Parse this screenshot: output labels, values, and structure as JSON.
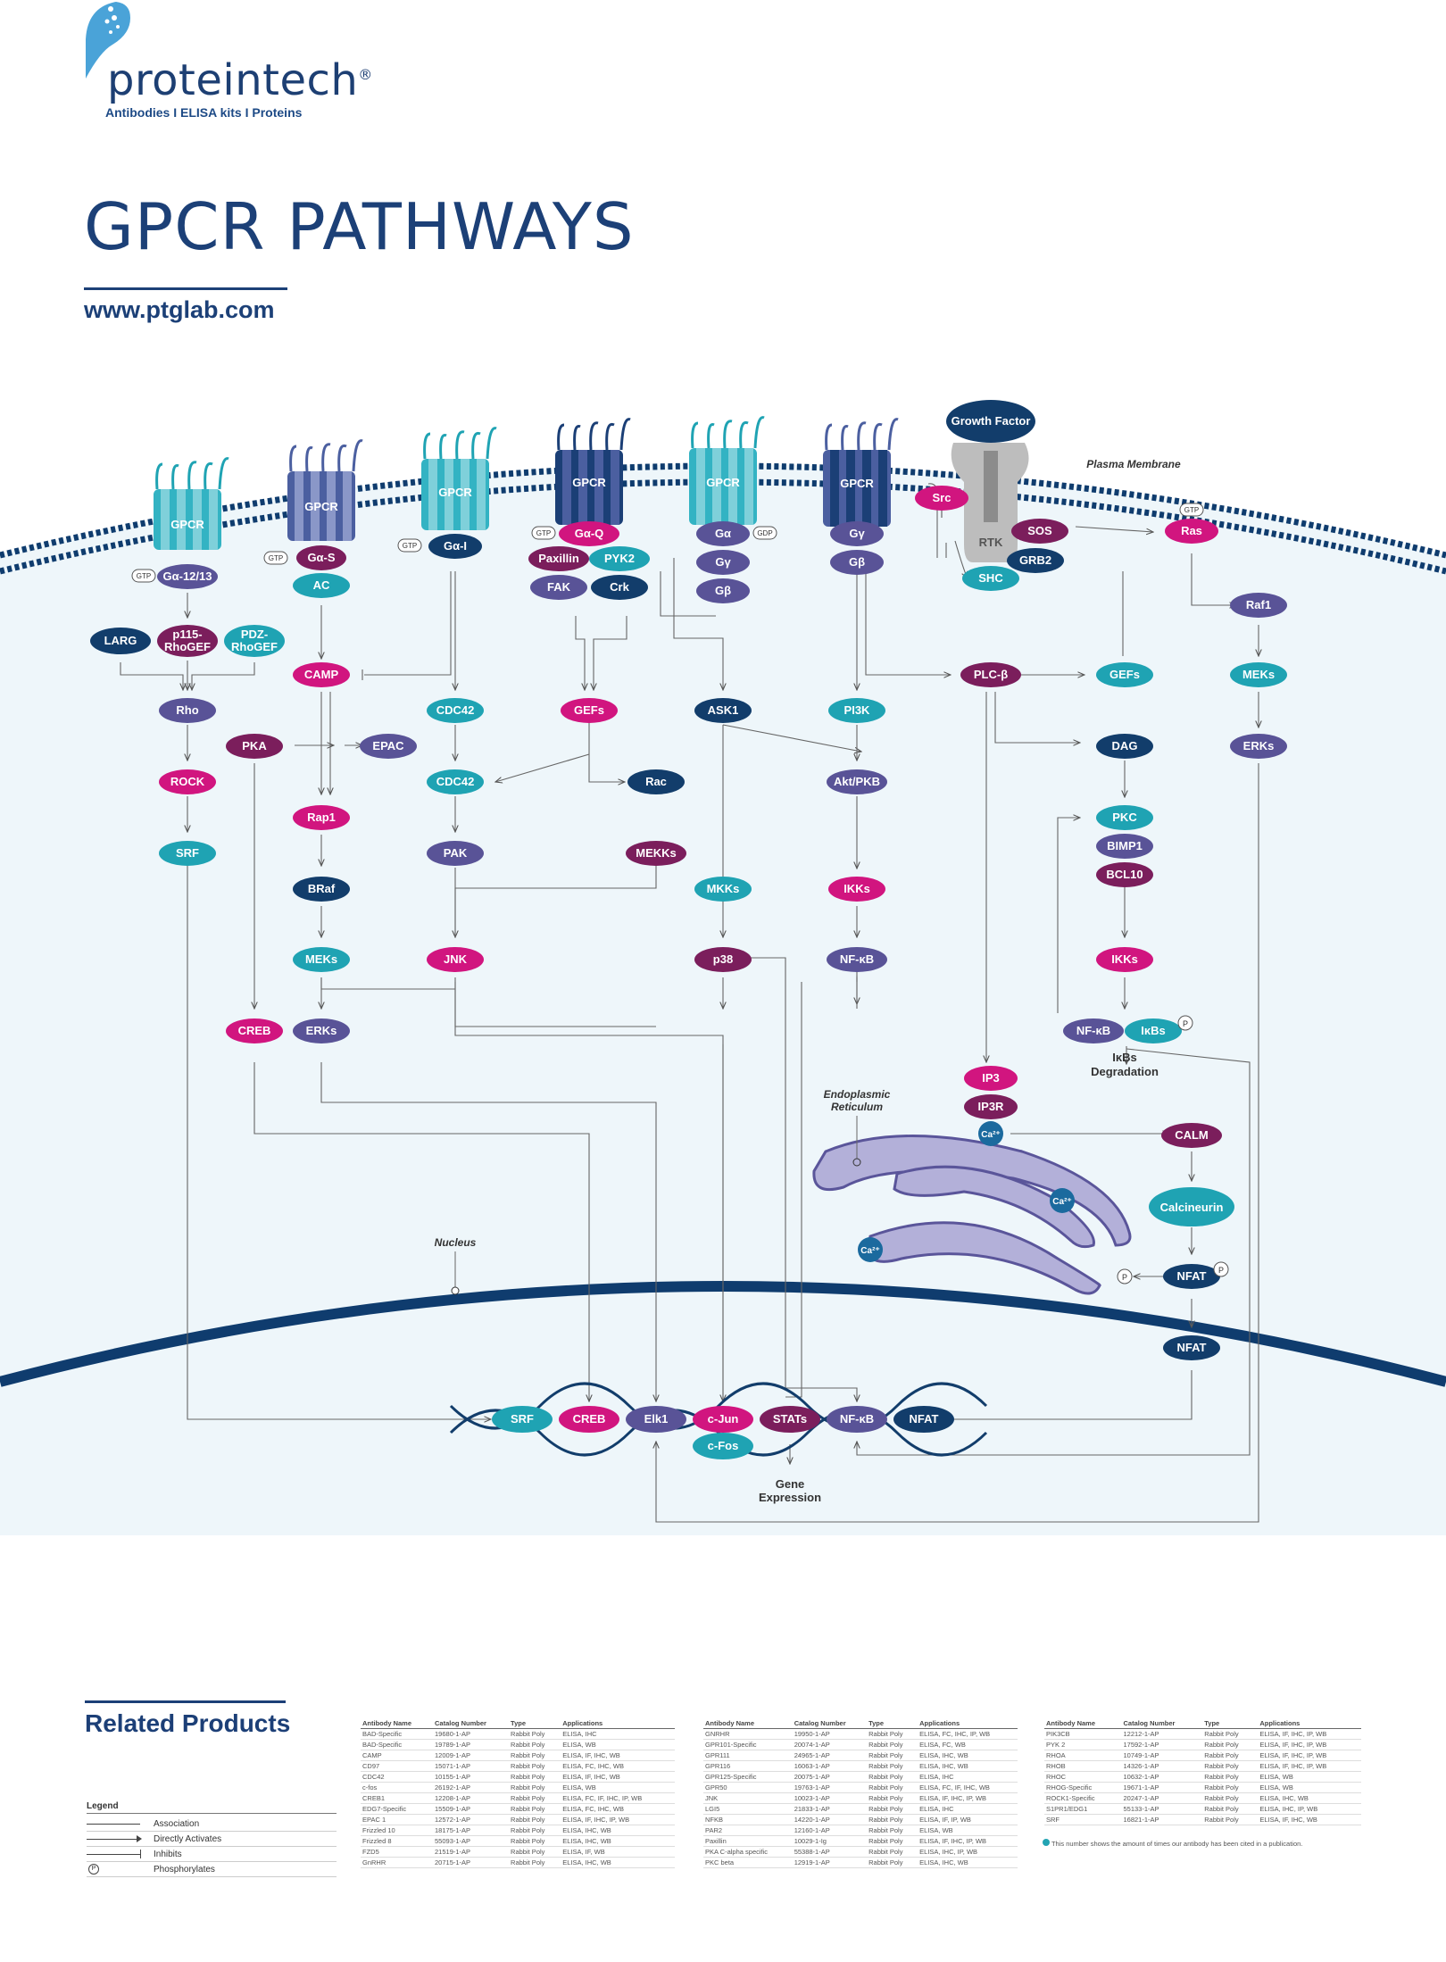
{
  "header": {
    "brand": "proteintech",
    "registered": "®",
    "tagline": "Antibodies  I  ELISA kits  I  Proteins",
    "title": "GPCR PATHWAYS",
    "url": "www.ptglab.com"
  },
  "labels": {
    "plasma_membrane": "Plasma Membrane",
    "er": "Endoplasmic",
    "er2": "Reticulum",
    "nucleus": "Nucleus",
    "ikbs_deg1": "IκBs",
    "ikbs_deg2": "Degradation",
    "gene1": "Gene",
    "gene2": "Expression",
    "gtp": "GTP",
    "gdp": "GDP",
    "gpcr": "GPCR",
    "rtk": "RTK",
    "growth_factor": "Growth Factor"
  },
  "nodes": {
    "ga1213": "Gα-12/13",
    "gas": "Gα-S",
    "gai": "Gα-I",
    "gaq": "Gα-Q",
    "ga": "Gα",
    "gy1": "Gγ",
    "gb1": "Gβ",
    "gy2": "Gγ",
    "gb2": "Gβ",
    "src": "Src",
    "sos": "SOS",
    "grb2": "GRB2",
    "shc": "SHC",
    "ras": "Ras",
    "larg": "LARG",
    "p115a": "p115-",
    "p115b": "RhoGEF",
    "pdza": "PDZ-",
    "pdzb": "RhoGEF",
    "ac": "AC",
    "paxillin": "Paxillin",
    "pyk2": "PYK2",
    "fak": "FAK",
    "crk": "Crk",
    "raf1": "Raf1",
    "camp": "CAMP",
    "plcb": "PLC-β",
    "gefs2": "GEFs",
    "meks2": "MEKs",
    "rho": "Rho",
    "cdc42a": "CDC42",
    "gefs1": "GEFs",
    "ask1": "ASK1",
    "pi3k": "PI3K",
    "dag": "DAG",
    "erks2": "ERKs",
    "pka": "PKA",
    "epac": "EPAC",
    "cdc42b": "CDC42",
    "rac": "Rac",
    "akt": "Akt/PKB",
    "rock": "ROCK",
    "rap1": "Rap1",
    "pkc": "PKC",
    "bimp1": "BIMP1",
    "bcl10": "BCL10",
    "srf1": "SRF",
    "pak": "PAK",
    "mekks": "MEKKs",
    "braf": "BRaf",
    "mkks": "MKKs",
    "ikks1": "IKKs",
    "meks1": "MEKs",
    "jnk": "JNK",
    "p38": "p38",
    "nfkb1": "NF-κB",
    "ikks2": "IKKs",
    "creb1": "CREB",
    "erks1": "ERKs",
    "nfkb2": "NF-κB",
    "ikbs": "IκBs",
    "ip3": "IP3",
    "ip3r": "IP3R",
    "ca1": "Ca²⁺",
    "calm": "CALM",
    "ca2": "Ca²⁺",
    "calcineurin": "Calcineurin",
    "ca3": "Ca²⁺",
    "nfat1": "NFAT",
    "nfat2": "NFAT",
    "p1": "P",
    "p2": "P",
    "p3": "P",
    "srf2": "SRF",
    "creb2": "CREB",
    "elk1": "Elk1",
    "cjun": "c-Jun",
    "stats": "STATs",
    "nfkb3": "NF-κB",
    "nfat3": "NFAT",
    "cfos": "c-Fos"
  },
  "colors": {
    "teal": "#1fa3b3",
    "magenta": "#d1157f",
    "navy": "#123d6b",
    "purple": "#595397",
    "plum": "#7b1e5c",
    "membrane": "#0f3c6e",
    "er": "#b3b0d9"
  },
  "related": {
    "title": "Related Products",
    "legend": {
      "header": "Legend",
      "items": [
        "Association",
        "Directly Activates",
        "Inhibits",
        "Phosphorylates"
      ]
    },
    "columns": [
      "Antibody Name",
      "Catalog Number",
      "Type",
      "Applications"
    ],
    "table1": [
      [
        "BAD-Specific",
        "",
        "19680-1-AP",
        "Rabbit Poly",
        "ELISA, IHC"
      ],
      [
        "BAD-Specific",
        "",
        "19789-1-AP",
        "Rabbit Poly",
        "ELISA, WB"
      ],
      [
        "CAMP",
        "",
        "12009-1-AP",
        "Rabbit Poly",
        "ELISA, IF, IHC, WB"
      ],
      [
        "CD97",
        "",
        "15071-1-AP",
        "Rabbit Poly",
        "ELISA, FC, IHC, WB"
      ],
      [
        "CDC42",
        "",
        "10155-1-AP",
        "Rabbit Poly",
        "ELISA, IF, IHC, WB"
      ],
      [
        "c-fos",
        "",
        "26192-1-AP",
        "Rabbit Poly",
        "ELISA, WB"
      ],
      [
        "CREB1",
        "",
        "12208-1-AP",
        "Rabbit Poly",
        "ELISA, FC, IF, IHC, IP, WB"
      ],
      [
        "EDG7-Specific",
        "",
        "15509-1-AP",
        "Rabbit Poly",
        "ELISA, FC, IHC, WB"
      ],
      [
        "EPAC 1",
        "",
        "12572-1-AP",
        "Rabbit Poly",
        "ELISA, IF, IHC, IP, WB"
      ],
      [
        "Frizzled 10",
        "",
        "18175-1-AP",
        "Rabbit Poly",
        "ELISA, IHC, WB"
      ],
      [
        "Frizzled 8",
        "",
        "55093-1-AP",
        "Rabbit Poly",
        "ELISA, IHC, WB"
      ],
      [
        "FZD5",
        "",
        "21519-1-AP",
        "Rabbit Poly",
        "ELISA, IF, WB"
      ],
      [
        "GnRHR",
        "",
        "20715-1-AP",
        "Rabbit Poly",
        "ELISA, IHC, WB"
      ]
    ],
    "table2": [
      [
        "GNRHR",
        "",
        "19950-1-AP",
        "Rabbit Poly",
        "ELISA, FC, IHC, IP, WB"
      ],
      [
        "GPR101-Specific",
        "",
        "20074-1-AP",
        "Rabbit Poly",
        "ELISA, FC, WB"
      ],
      [
        "GPR111",
        "",
        "24965-1-AP",
        "Rabbit Poly",
        "ELISA, IHC, WB"
      ],
      [
        "GPR116",
        "",
        "16063-1-AP",
        "Rabbit Poly",
        "ELISA, IHC, WB"
      ],
      [
        "GPR125-Specific",
        "",
        "20075-1-AP",
        "Rabbit Poly",
        "ELISA, IHC"
      ],
      [
        "GPR50",
        "",
        "19763-1-AP",
        "Rabbit Poly",
        "ELISA, FC, IF, IHC, WB"
      ],
      [
        "JNK",
        "",
        "10023-1-AP",
        "Rabbit Poly",
        "ELISA, IF, IHC, IP, WB"
      ],
      [
        "LGI5",
        "",
        "21833-1-AP",
        "Rabbit Poly",
        "ELISA, IHC"
      ],
      [
        "NFKB",
        "",
        "14220-1-AP",
        "Rabbit Poly",
        "ELISA, IF, IP, WB"
      ],
      [
        "PAR2",
        "",
        "12160-1-AP",
        "Rabbit Poly",
        "ELISA, WB"
      ],
      [
        "Paxillin",
        "",
        "10029-1-Ig",
        "Rabbit Poly",
        "ELISA, IF, IHC, IP, WB"
      ],
      [
        "PKA C-alpha specific",
        "",
        "55388-1-AP",
        "Rabbit Poly",
        "ELISA, IHC, IP, WB"
      ],
      [
        "PKC beta",
        "",
        "12919-1-AP",
        "Rabbit Poly",
        "ELISA, IHC, WB"
      ]
    ],
    "table3": [
      [
        "PIK3CB",
        "",
        "12212-1-AP",
        "Rabbit Poly",
        "ELISA, IF, IHC, IP, WB"
      ],
      [
        "PYK 2",
        "",
        "17592-1-AP",
        "Rabbit Poly",
        "ELISA, IF, IHC, IP, WB"
      ],
      [
        "RHOA",
        "",
        "10749-1-AP",
        "Rabbit Poly",
        "ELISA, IF, IHC, IP, WB"
      ],
      [
        "RHOB",
        "",
        "14326-1-AP",
        "Rabbit Poly",
        "ELISA, IF, IHC, IP, WB"
      ],
      [
        "RHOC",
        "",
        "10632-1-AP",
        "Rabbit Poly",
        "ELISA, WB"
      ],
      [
        "RHOG-Specific",
        "",
        "19671-1-AP",
        "Rabbit Poly",
        "ELISA, WB"
      ],
      [
        "ROCK1-Specific",
        "",
        "20247-1-AP",
        "Rabbit Poly",
        "ELISA, IHC, WB"
      ],
      [
        "S1PR1/EDG1",
        "",
        "55133-1-AP",
        "Rabbit Poly",
        "ELISA, IHC, IP, WB"
      ],
      [
        "SRF",
        "",
        "16821-1-AP",
        "Rabbit Poly",
        "ELISA, IF, IHC, WB"
      ]
    ],
    "cite_note": "This number shows the amount of times our antibody has been cited in a publication."
  }
}
